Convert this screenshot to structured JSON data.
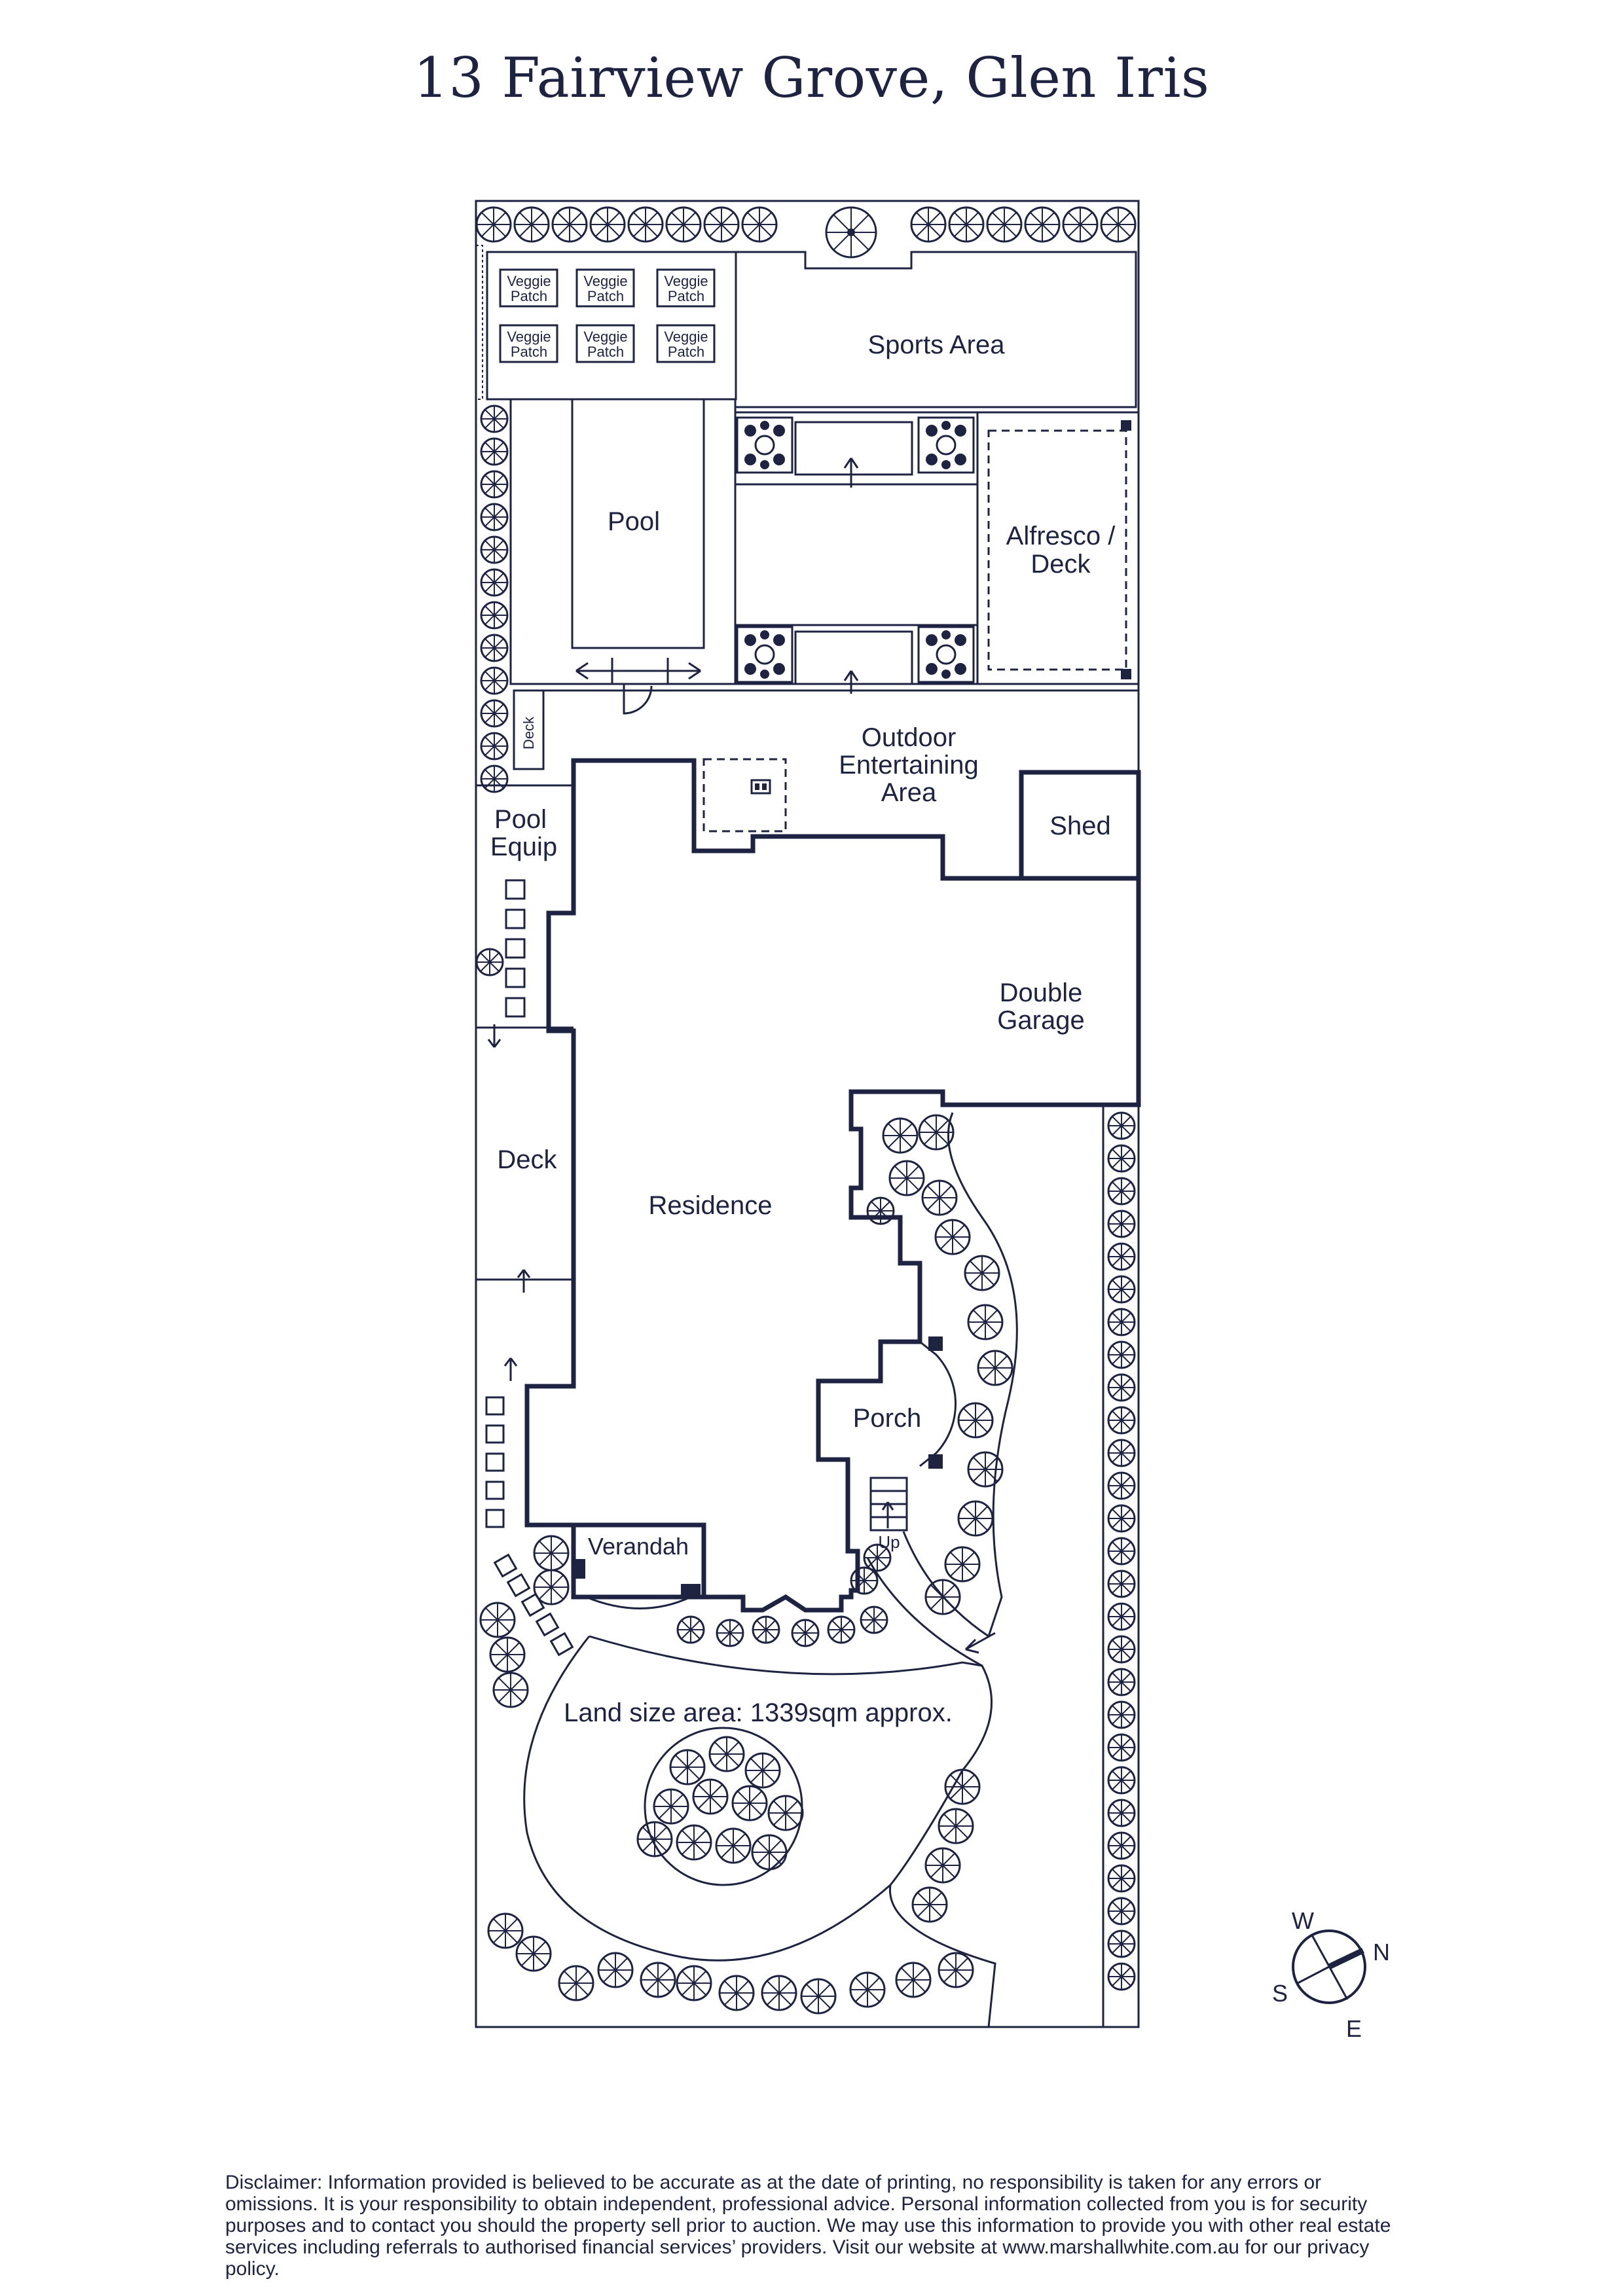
{
  "title": "13 Fairview Grove, Glen Iris",
  "labels": {
    "veggie_patch": [
      "Veggie",
      "Patch"
    ],
    "sports_area": "Sports Area",
    "pool": "Pool",
    "alfresco": [
      "Alfresco /",
      "Deck"
    ],
    "deck_small": "Deck",
    "outdoor": [
      "Outdoor",
      "Entertaining",
      "Area"
    ],
    "shed": "Shed",
    "pool_equip": [
      "Pool",
      "Equip"
    ],
    "double_garage": [
      "Double",
      "Garage"
    ],
    "deck": "Deck",
    "residence": "Residence",
    "porch": "Porch",
    "up": "Up",
    "verandah": "Verandah",
    "land_size": "Land size area: 1339sqm approx."
  },
  "compass": {
    "w": "W",
    "n": "N",
    "s": "S",
    "e": "E"
  },
  "disclaimer": "Disclaimer: Information provided is believed to be accurate as at the date of printing, no responsibility is taken for any errors or omissions. It is your responsibility to obtain independent, professional advice. Personal information collected from you is for security purposes and to contact you should the property sell prior to auction. We may use this information to provide you with other real estate services including referrals to authorised financial services’ providers. Visit our website at www.marshallwhite.com.au for our privacy policy.",
  "colors": {
    "ink": "#1d2340",
    "background": "#ffffff"
  }
}
